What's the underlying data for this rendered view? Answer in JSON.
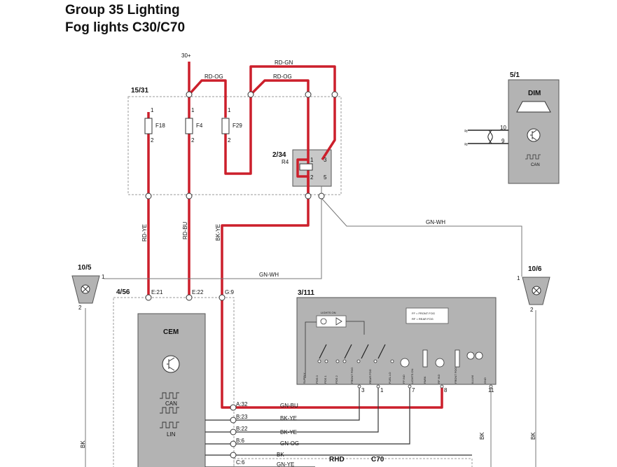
{
  "header": {
    "title": "Group 35 Lighting",
    "subtitle": "Fog lights C30/C70"
  },
  "colors": {
    "red_wire": "#cc1f2b",
    "black_wire": "#333333",
    "gray_wire": "#888888",
    "box_fill": "#b3b3b3"
  },
  "labels": {
    "supply": "30+",
    "fuse_box": "15/31",
    "relay_box": "2/34",
    "relay_name": "R4",
    "dim_id": "5/1",
    "dim_name": "DIM",
    "cem_id": "4/56",
    "cem_name": "CEM",
    "switch_id": "3/111",
    "fog_left": "10/5",
    "fog_right": "10/6",
    "can": "CAN",
    "lin": "LIN",
    "rhd": "RHD",
    "c70": "C70",
    "lights_on": "LIGHTS ON",
    "ff_front": "FF = FRONT FOG",
    "rf_rear": "RF = REAR FOG"
  },
  "fuses": [
    {
      "name": "F18",
      "pin_top": "1",
      "pin_bottom": "2"
    },
    {
      "name": "F4",
      "pin_top": "1",
      "pin_bottom": "2"
    },
    {
      "name": "F29",
      "pin_top": "1",
      "pin_bottom": "2"
    }
  ],
  "relay_pins": [
    "1",
    "2",
    "3",
    "5"
  ],
  "wires": {
    "rd_og_1": "RD-OG",
    "rd_og_2": "RD-OG",
    "rd_gn": "RD-GN",
    "rd_ye": "RD-YE",
    "rd_bu": "RD-BU",
    "bk_ye": "BK-YE",
    "gn_wh_1": "GN-WH",
    "gn_wh_2": "GN-WH",
    "gn_bu": "GN-BU",
    "bk_ye_b23": "BK-YE",
    "bk_ye_b22": "BK-YE",
    "gn_og": "GN-OG",
    "bk_left": "BK",
    "bk_right": "BK",
    "bk_mid": "BK",
    "bk_c6": "BK",
    "gn_ye": "GN-YE"
  },
  "cem_pins": {
    "e21": "E:21",
    "e22": "E:22",
    "g9": "G:9",
    "a32": "A:32",
    "b23": "B:23",
    "b22": "B:22",
    "b6": "B:6",
    "c6": "C:6"
  },
  "dim_pins": [
    "10",
    "9"
  ],
  "fog_pins": {
    "left_1": "1",
    "left_2": "2",
    "right_1": "1",
    "right_2": "2"
  },
  "switch_pins": [
    "3",
    "1",
    "7",
    "8",
    "11"
  ],
  "switch_terminals": [
    "SUPPLY",
    "POS 0",
    "POS 1",
    "POS 2",
    "FRONT FOG",
    "REAR FOG",
    "FUEL LO",
    "FF IND",
    "LIGHTS ON",
    "PARK",
    "RF IND",
    "FRONT FOG",
    "ILLUM",
    "GND"
  ]
}
